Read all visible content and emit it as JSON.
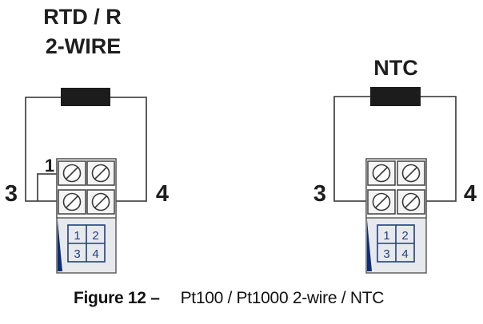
{
  "diagrams": [
    {
      "id": "rtd",
      "title_lines": [
        "RTD / R",
        "2-WIRE"
      ],
      "left_terminal": "3",
      "right_terminal": "4",
      "jumper_label": "1",
      "pin_labels": [
        "1",
        "2",
        "3",
        "4"
      ]
    },
    {
      "id": "ntc",
      "title_lines": [
        "NTC"
      ],
      "left_terminal": "3",
      "right_terminal": "4",
      "pin_labels": [
        "1",
        "2",
        "3",
        "4"
      ]
    }
  ],
  "caption": {
    "label": "Figure 12 –",
    "text": "Pt100 / Pt1000 2-wire / NTC"
  },
  "colors": {
    "wire": "#4a4a4a",
    "resistor": "#1c1c1c",
    "block_fill": "#e6e7ea",
    "pin_blue": "#1f3f86",
    "accent_blue": "#0d2d7a"
  }
}
